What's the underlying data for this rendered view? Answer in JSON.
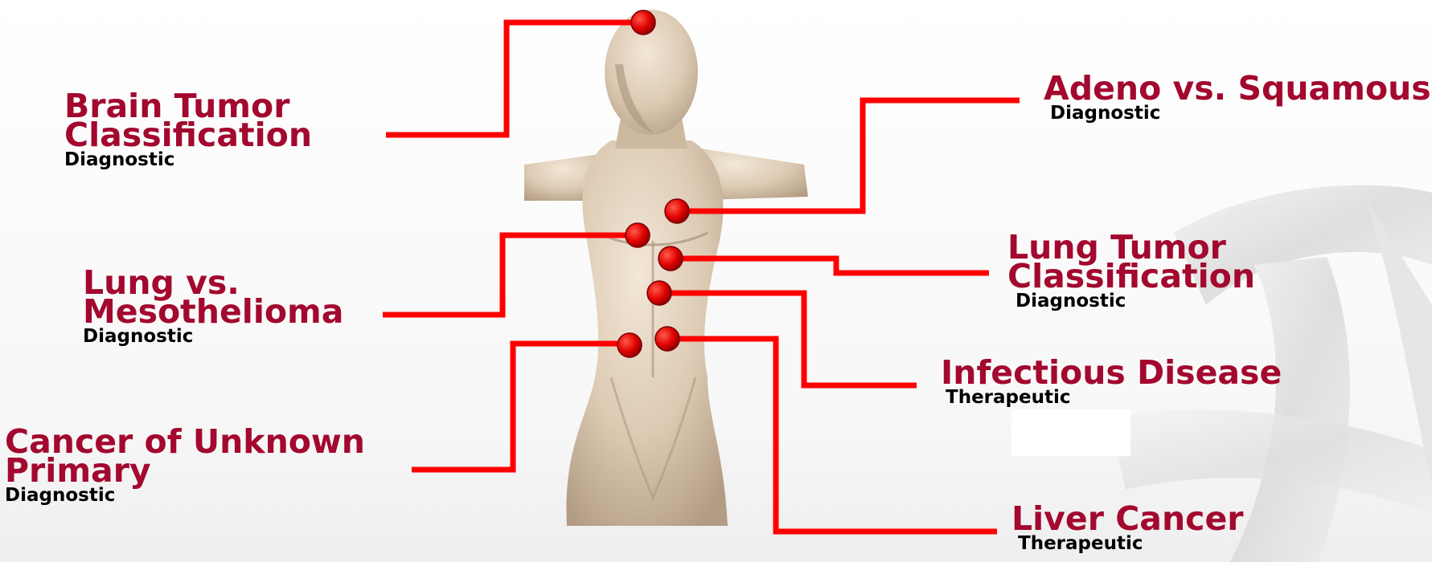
{
  "diagram": {
    "accent_color": "#a3082e",
    "line_color": "#ff0000",
    "callouts": [
      {
        "title": [
          "Brain Tumor",
          "Classification"
        ],
        "type": "Diagnostic"
      },
      {
        "title": [
          "Lung vs.",
          "Mesothelioma"
        ],
        "type": "Diagnostic"
      },
      {
        "title": [
          "Cancer of Unknown",
          "Primary"
        ],
        "type": "Diagnostic"
      },
      {
        "title": [
          "Adeno vs. Squamous"
        ],
        "type": "Diagnostic"
      },
      {
        "title": [
          "Lung Tumor",
          "Classification"
        ],
        "type": "Diagnostic"
      },
      {
        "title": [
          "Infectious Disease"
        ],
        "type": "Therapeutic"
      },
      {
        "title": [
          "Liver Cancer"
        ],
        "type": "Therapeutic"
      }
    ]
  }
}
